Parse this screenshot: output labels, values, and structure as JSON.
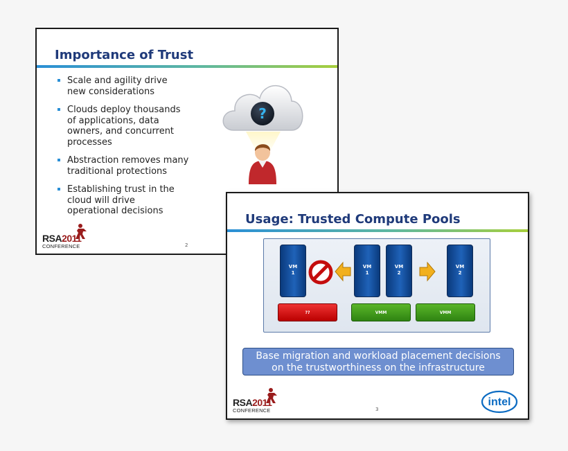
{
  "slide1": {
    "title": "Importance of Trust",
    "bullets": [
      {
        "lines": [
          "Scale and agility drive",
          "new considerations"
        ]
      },
      {
        "lines": [
          "Clouds deploy thousands",
          "of applications, data",
          "owners, and concurrent",
          "processes"
        ]
      },
      {
        "lines": [
          "Abstraction removes many",
          "traditional protections"
        ]
      },
      {
        "lines": [
          "Establishing trust in the",
          "cloud will drive",
          "operational decisions"
        ]
      }
    ],
    "illustration": {
      "cloud_glyph": "?",
      "icons": [
        "cloud-icon",
        "question-mark-icon",
        "person-icon"
      ]
    },
    "logo": {
      "rsa": "RSA",
      "year": "2011",
      "sub": "CONFERENCE"
    },
    "page_number": "2"
  },
  "slide2": {
    "title": "Usage: Trusted Compute Pools",
    "vms": [
      {
        "label": "VM",
        "num": "1"
      },
      {
        "label": "VM",
        "num": "1"
      },
      {
        "label": "VM",
        "num": "2"
      },
      {
        "label": "VM",
        "num": "2"
      }
    ],
    "bars": [
      "??",
      "VMM",
      "VMM"
    ],
    "caption_lines": [
      "Base migration and workload placement decisions",
      "on the trustworthiness on the infrastructure"
    ],
    "logo": {
      "rsa": "RSA",
      "year": "2011",
      "sub": "CONFERENCE"
    },
    "intel_logo": "intel",
    "page_number": "3",
    "colors": {
      "vm": "#1f62b8",
      "untrusted": "#dd2222",
      "trusted": "#3f9a1d",
      "caption_bg": "#6e8fd0",
      "arrow": "#f2b01e"
    }
  }
}
